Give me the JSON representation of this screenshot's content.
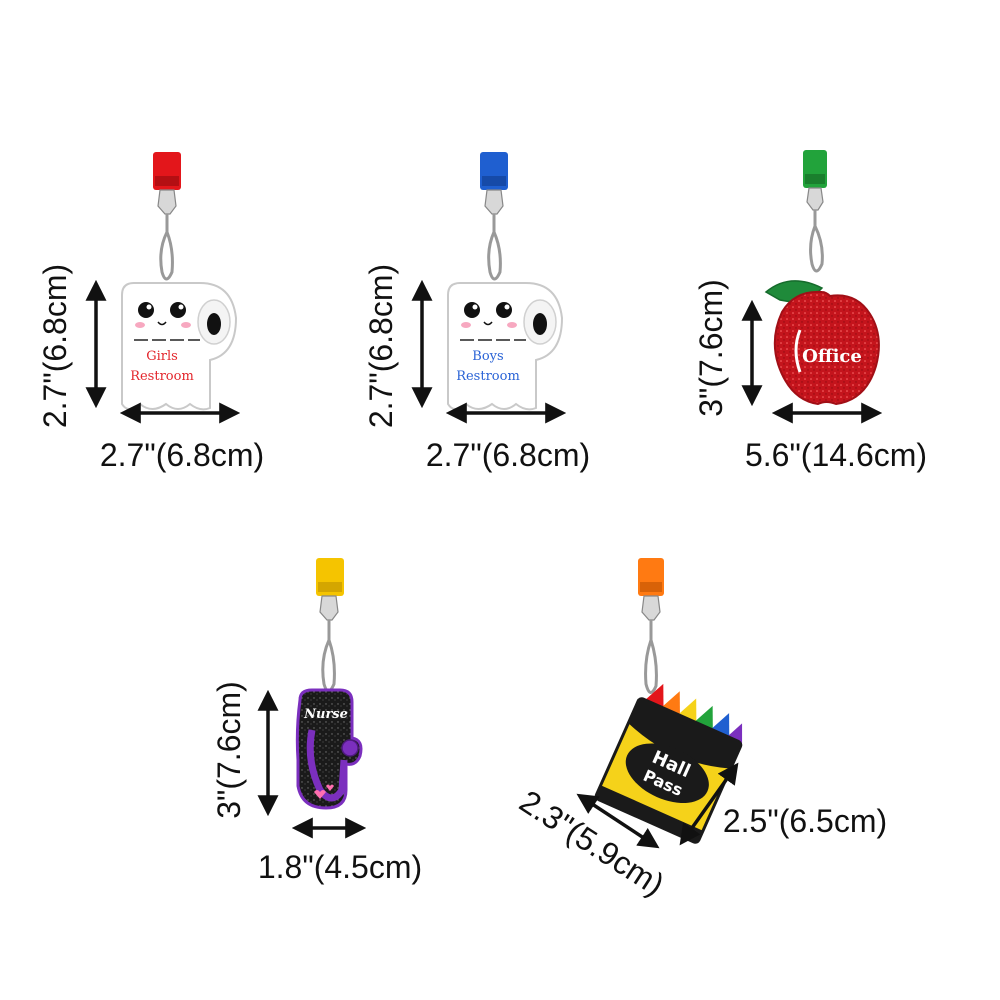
{
  "colors": {
    "strap_red": "#e3161b",
    "strap_blue": "#1f5fd0",
    "strap_green": "#22a33b",
    "strap_yellow": "#f5c400",
    "strap_orange": "#ff7a12",
    "apple_red": "#c4141c",
    "leaf_green": "#1f8a3a",
    "nurse_purple": "#7b2fbe",
    "crayon_yellow": "#f5d21a"
  },
  "items": [
    {
      "strap_color": "strap_red",
      "badge_icon": "toilet-paper-roll-icon",
      "badge_lines": [
        "Girls",
        "Restroom"
      ],
      "badge_text_color": "#e3262c",
      "height_label": "2.7\"(6.8cm)",
      "width_label": "2.7\"(6.8cm)"
    },
    {
      "strap_color": "strap_blue",
      "badge_icon": "toilet-paper-roll-icon",
      "badge_lines": [
        "Boys",
        "Restroom"
      ],
      "badge_text_color": "#2a63d6",
      "height_label": "2.7\"(6.8cm)",
      "width_label": "2.7\"(6.8cm)"
    },
    {
      "strap_color": "strap_green",
      "badge_icon": "apple-icon",
      "badge_lines": [
        "Office"
      ],
      "height_label": "3\"(7.6cm)",
      "width_label": "5.6\"(14.6cm)"
    },
    {
      "strap_color": "strap_yellow",
      "badge_icon": "stethoscope-icon",
      "badge_lines": [
        "Nurse"
      ],
      "height_label": "3\"(7.6cm)",
      "width_label": "1.8\"(4.5cm)"
    },
    {
      "strap_color": "strap_orange",
      "badge_icon": "crayon-box-icon",
      "badge_lines": [
        "Hall",
        "Pass"
      ],
      "height_label": "2.5\"(6.5cm)",
      "width_label": "2.3\"(5.9cm)"
    }
  ]
}
